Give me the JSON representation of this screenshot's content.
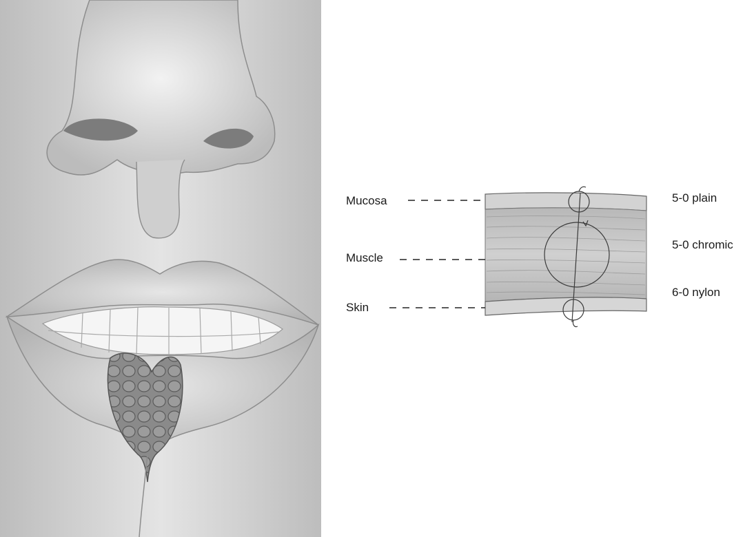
{
  "layer_labels": {
    "mucosa": "Mucosa",
    "muscle": "Muscle",
    "skin": "Skin"
  },
  "suture_labels": {
    "mucosa_suture": "5-0 plain",
    "muscle_suture": "5-0 chromic",
    "skin_suture": "6-0 nylon"
  },
  "colors": {
    "tissue_shade": "#c9c9c9",
    "line_color": "#333333"
  }
}
